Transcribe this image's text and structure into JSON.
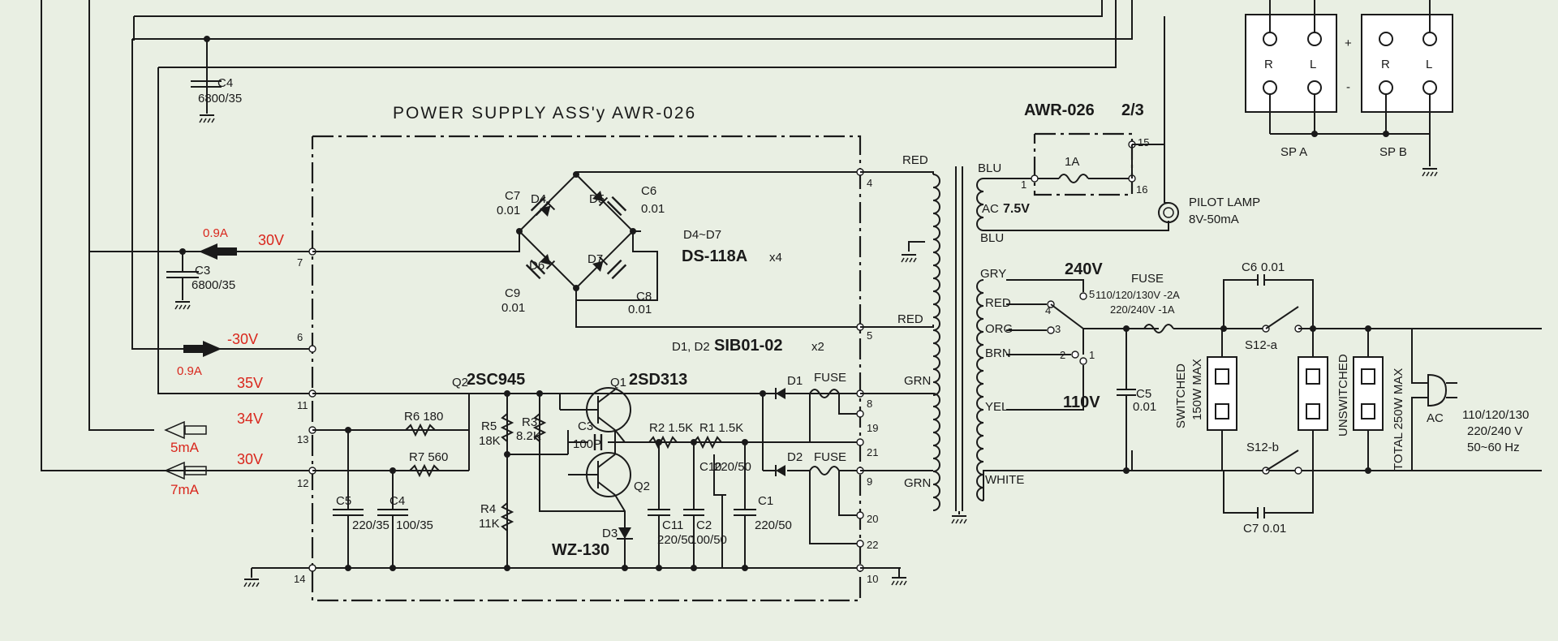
{
  "title": "POWER SUPPLY ASS'y AWR-026",
  "sheet": {
    "ref": "AWR-026",
    "page": "2/3"
  },
  "caps": {
    "c4_top": {
      "name": "C4",
      "value": "6800/35"
    },
    "c3_mid": {
      "name": "C3",
      "value": "6800/35"
    },
    "c7_bridge": {
      "name": "C7",
      "value": "0.01"
    },
    "c6_bridge": {
      "name": "C6",
      "value": "0.01"
    },
    "c9_bridge": {
      "name": "C9",
      "value": "0.01"
    },
    "c8_bridge": {
      "name": "C8",
      "value": "0.01"
    },
    "c3_100p": {
      "name": "C3",
      "value": "100P"
    },
    "c10": {
      "name": "C10",
      "value": "220/50"
    },
    "c11": {
      "name": "C11",
      "value": "220/50"
    },
    "c2": {
      "name": "C2",
      "value": "100/50"
    },
    "c1": {
      "name": "C1",
      "value": "220/50"
    },
    "c5_low": {
      "name": "C5",
      "value": "220/35"
    },
    "c4_low": {
      "name": "C4",
      "value": "100/35"
    },
    "c5_ac": {
      "name": "C5",
      "value": "0.01"
    },
    "c6_ac": {
      "name": "C6",
      "value": "0.01"
    },
    "c7_ac": {
      "name": "C7",
      "value": "0.01"
    }
  },
  "diodes": {
    "d4": "D4",
    "d5": "D5",
    "d6": "D6",
    "d7": "D7",
    "bridge_label": "D4~D7",
    "bridge_part": "DS-118A",
    "bridge_qty": "x4",
    "d1": "D1",
    "d2": "D2",
    "d12_label": "D1, D2",
    "d12_part": "SIB01-02",
    "d12_qty": "x2",
    "d3": "D3",
    "zener": "WZ-130"
  },
  "transistors": {
    "q1": "Q1",
    "q1_part": "2SD313",
    "q2": "Q2",
    "q2_part": "2SC945"
  },
  "resistors": {
    "r6": "R6 180",
    "r7": "R7 560",
    "r5": "R5",
    "r5v": "18K",
    "r3": "R3",
    "r3v": "8.2K",
    "r4": "R4",
    "r4v": "11K",
    "r2": "R2 1.5K",
    "r1": "R1 1.5K"
  },
  "voltages": {
    "v30": "30V",
    "vm30": "-30V",
    "v35": "35V",
    "v34": "34V",
    "v30b": "30V",
    "v7_5": "7.5V",
    "v240": "240V",
    "v110": "110V"
  },
  "currents": {
    "i1": "0.9A",
    "i2": "0.9A",
    "i3": "5mA",
    "i4": "7mA"
  },
  "pins": [
    "4",
    "5",
    "7",
    "6",
    "11",
    "13",
    "12",
    "14",
    "8",
    "19",
    "21",
    "9",
    "20",
    "22",
    "10",
    "1",
    "16",
    "15",
    "4",
    "3",
    "2",
    "1",
    "5"
  ],
  "wire_colors": {
    "red1": "RED",
    "red2": "RED",
    "blu1": "BLU",
    "ac": "AC",
    "blu2": "BLU",
    "grn1": "GRN",
    "grn2": "GRN",
    "gry": "GRY",
    "red3": "RED",
    "org": "ORG",
    "brn": "BRN",
    "yel": "YEL",
    "white": "WHITE"
  },
  "fuse": {
    "f1": "FUSE",
    "f2": "FUSE",
    "main": "FUSE",
    "main_rating1": "110/120/130V -2A",
    "main_rating2": "220/240V -1A",
    "fuse_1a": "1A"
  },
  "pilot": {
    "label": "PILOT LAMP",
    "rating": "8V-50mA"
  },
  "switch": {
    "s12a": "S12-a",
    "s12b": "S12-b"
  },
  "outlets": {
    "switched": "SWITCHED",
    "switched_max": "150W MAX",
    "unswitched": "UNSWITCHED",
    "total": "TOTAL 250W MAX"
  },
  "ac_input": {
    "label": "AC",
    "v1": "110/120/130",
    "v2": "220/240 V",
    "freq": "50~60 Hz"
  },
  "speakers": {
    "plus": "+",
    "minus": "-",
    "r1": "R",
    "l1": "L",
    "r2": "R",
    "l2": "L",
    "spa": "SP A",
    "spb": "SP B"
  },
  "colors": {
    "ink": "#1a1a1a",
    "accent": "#d9261c",
    "paper": "#e9efe3"
  }
}
